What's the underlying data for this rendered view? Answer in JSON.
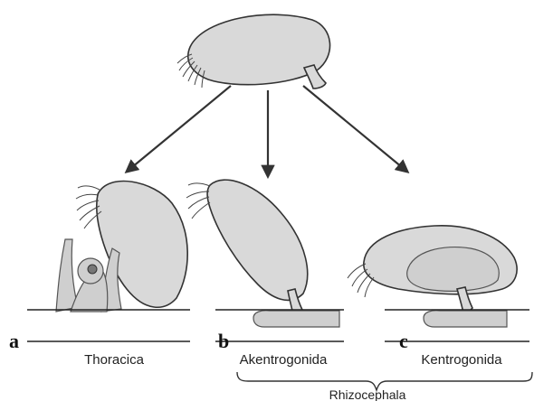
{
  "panels": [
    {
      "letter": "a",
      "name": "Thoracica"
    },
    {
      "letter": "b",
      "name": "Akentrogonida"
    },
    {
      "letter": "c",
      "name": "Kentrogonida"
    }
  ],
  "group_label": "Rhizocephala",
  "colors": {
    "body_fill": "#d9d9d9",
    "outline": "#333333",
    "background": "#ffffff"
  }
}
